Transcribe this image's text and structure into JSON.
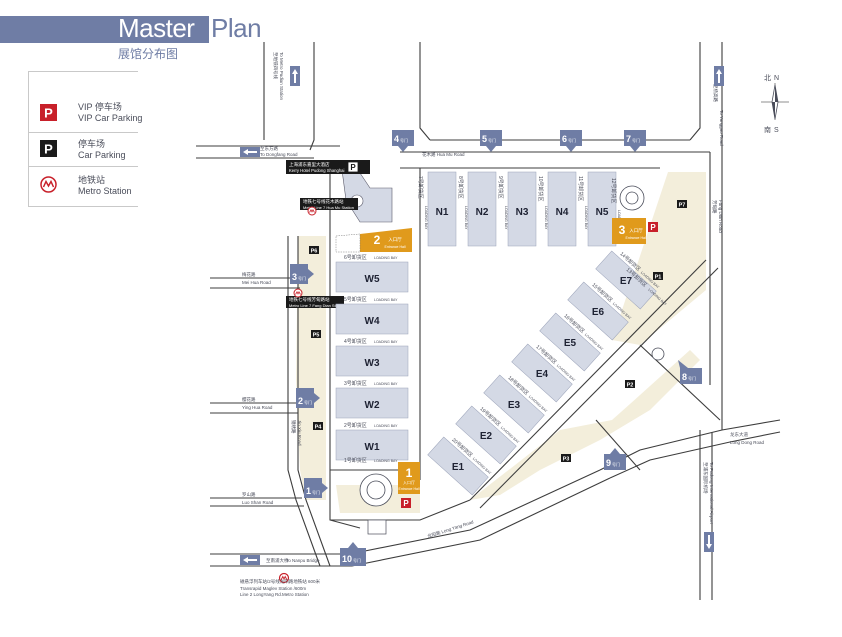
{
  "title": {
    "master": "Master",
    "plan": "Plan",
    "subtitle": "展馆分布图"
  },
  "legend": [
    {
      "icon": "vip-parking-icon",
      "zh": "VIP 停车场",
      "en": "VIP Car Parking",
      "color": "#c8202a"
    },
    {
      "icon": "parking-icon",
      "zh": "停车场",
      "en": "Car Parking",
      "color": "#1a1a1a"
    },
    {
      "icon": "metro-icon",
      "zh": "地铁站",
      "en": "Metro Station",
      "color": "#c8202a"
    }
  ],
  "compass": {
    "north_zh": "北",
    "north_en": "N",
    "south_zh": "南",
    "south_en": "S"
  },
  "colors": {
    "hall": "#d4d9e5",
    "gate": "#6f7da5",
    "entrance": "#e09a1c",
    "green": "#f3eedb",
    "road": "#3d3d3d"
  },
  "halls_north": [
    {
      "name": "N1",
      "bay": "7号卸货区"
    },
    {
      "name": "N2",
      "bay": "8号卸货区"
    },
    {
      "name": "N3",
      "bay": "9号卸货区"
    },
    {
      "name": "N4",
      "bay": "10号卸货区"
    },
    {
      "name": "N5",
      "bay": "11号卸货区"
    }
  ],
  "bay_n12": "12号卸货区",
  "halls_west": [
    {
      "name": "W5",
      "bay": "6号卸货区"
    },
    {
      "name": "W4",
      "bay": "5号卸货区"
    },
    {
      "name": "W3",
      "bay": "4号卸货区"
    },
    {
      "name": "W2",
      "bay": "3号卸货区"
    },
    {
      "name": "W1",
      "bay": "2号卸货区"
    }
  ],
  "bay_w0": "1号卸货区",
  "halls_east": [
    {
      "name": "E1",
      "bay": "20号卸货区"
    },
    {
      "name": "E2",
      "bay": "19号卸货区"
    },
    {
      "name": "E3",
      "bay": "18号卸货区"
    },
    {
      "name": "E4",
      "bay": "17号卸货区"
    },
    {
      "name": "E5",
      "bay": "16号卸货区"
    },
    {
      "name": "E6",
      "bay": "15号卸货区"
    },
    {
      "name": "E7",
      "bay": "14号卸货区"
    }
  ],
  "bay_e13": "13号卸货区",
  "loading_bay": "LOADING BAY",
  "gate_suffix": "号门",
  "gates": [
    "1",
    "2",
    "3",
    "4",
    "5",
    "6",
    "7",
    "8",
    "9",
    "10"
  ],
  "entrances": [
    {
      "num": "1",
      "zh": "入口厅",
      "en": "Entrance Hall"
    },
    {
      "num": "2",
      "zh": "入口厅",
      "en": "Entrance Hall"
    },
    {
      "num": "3",
      "zh": "入口厅",
      "en": "Entrance Hall"
    }
  ],
  "parking": [
    "P1",
    "P2",
    "P3",
    "P4",
    "P5",
    "P6",
    "P7"
  ],
  "roads": {
    "hua_mu": "花木路 Hua Mu Road",
    "dongfang_zh": "至东方路",
    "dongfang_en": "To Dongfang Road",
    "metro_zh": "至地铁四号线",
    "metro_en": "To Metro Pudian Station",
    "meihua_zh": "梅花路",
    "meihua_en": "Mei Hua Road",
    "yinghua_zh": "樱花路",
    "yinghua_en": "Ying Hua Road",
    "luoshan_zh": "罗山路",
    "luoshan_en": "Luo Shan Road",
    "fanggu_zh": "芳甸路",
    "fanggu_en": "Fang Dian Road",
    "longyang": "龙阳路 Long Yang Road",
    "longdong_zh": "龙东大道",
    "longdong_en": "Long Dong Road",
    "nanpu_zh": "至南浦大桥",
    "nanpu_en": "To Nanpu Bridge",
    "yanggao_zh": "至杨高路",
    "yanggao_en": "To Yanggao Road",
    "airport_zh": "至浦东国际机场",
    "airport_en": "To Pudong International Airport",
    "jinxiu_zh": "锦绣路",
    "jinxiu_en": "Jin Xiu Road",
    "luoshan2": "罗山路 Luo Shan Road"
  },
  "stations": {
    "huamu_zh": "地铁七号线花木路站",
    "huamu_en": "Metro Line 7 Hua Mu Station",
    "fangdian_zh": "地铁七号线芳甸路站",
    "fangdian_en": "Metro Line 7 Fang Dian Station",
    "kic_zh": "上海浦东嘉里大酒店",
    "kic_en": "Kerry Hotel Pudong Shanghai",
    "maglev_zh": "磁悬浮列车站/2号线龙阳路地铁站 600米",
    "maglev_en1": "Transrapid Maglev Station /600m",
    "maglev_en2": "Line 2 LongYang Rd.Metro Station"
  }
}
